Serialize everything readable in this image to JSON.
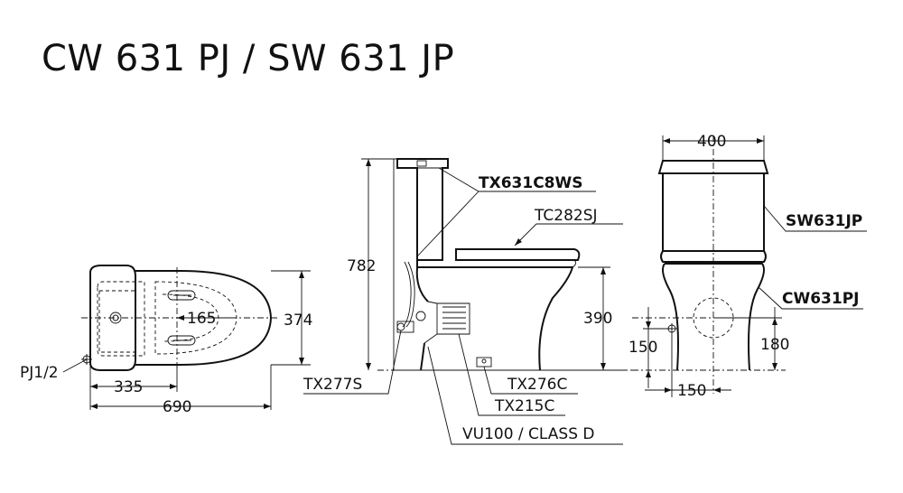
{
  "title": "CW 631 PJ / SW 631 JP",
  "dimensions": {
    "d690": "690",
    "d335": "335",
    "d165": "165",
    "d374": "374",
    "d782": "782",
    "d390": "390",
    "d400": "400",
    "d150_side": "150",
    "d180": "180",
    "d150_bottom": "150"
  },
  "parts": {
    "pj": "PJ1/2",
    "tx631c8ws": "TX631C8WS",
    "tc282sj": "TC282SJ",
    "tx277s": "TX277S",
    "tx276c": "TX276C",
    "tx215c": "TX215C",
    "vu100": "VU100 / CLASS D",
    "sw631jp": "SW631JP",
    "cw631pj": "CW631PJ"
  }
}
